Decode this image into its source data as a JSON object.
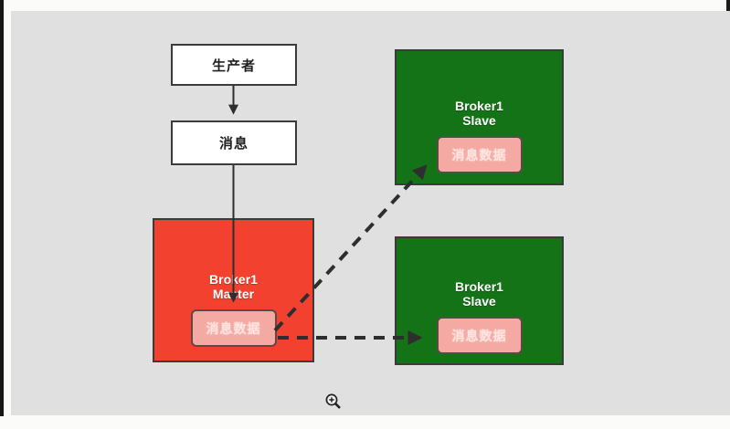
{
  "diagram": {
    "producer": {
      "label": "生产者"
    },
    "message": {
      "label": "消息"
    },
    "master": {
      "title_line1": "Broker1",
      "title_line2": "Master",
      "data_label": "消息数据"
    },
    "slave_top": {
      "title_line1": "Broker1",
      "title_line2": "Slave",
      "data_label": "消息数据"
    },
    "slave_bottom": {
      "title_line1": "Broker1",
      "title_line2": "Slave",
      "data_label": "消息数据"
    },
    "colors": {
      "canvas_bg": "#e1e0e0",
      "master_bg": "#f2412f",
      "slave_bg": "#157317",
      "data_bg": "#f5a9a3",
      "arrow": "#2e2e2e"
    }
  }
}
